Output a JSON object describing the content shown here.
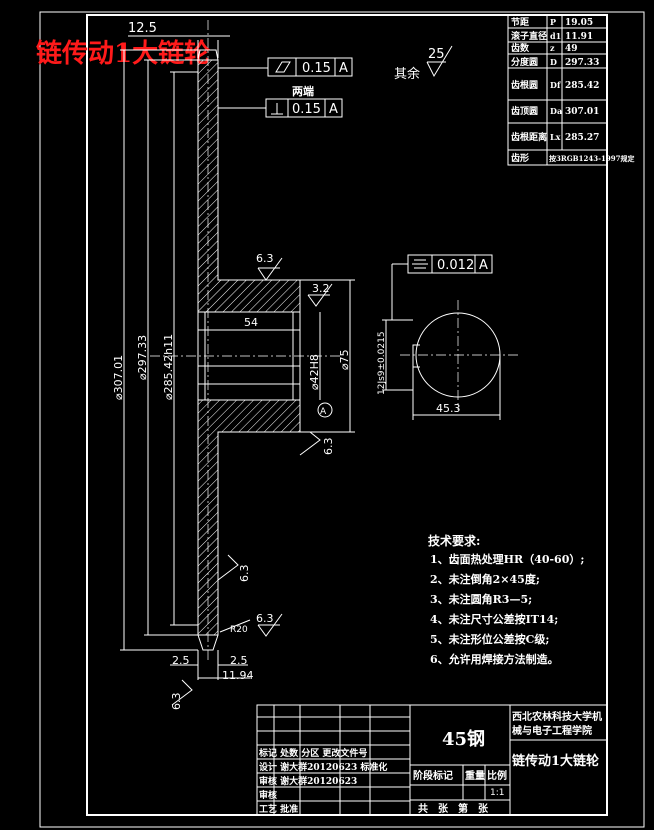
{
  "overlay_title": "链传动1大链轮",
  "param_table": [
    {
      "name": "节距",
      "sym": "P",
      "val": "19.05"
    },
    {
      "name": "滚子直径",
      "sym": "d1",
      "val": "11.91"
    },
    {
      "name": "齿数",
      "sym": "z",
      "val": "49"
    },
    {
      "name": "分度圆",
      "sym": "D",
      "val": "297.33"
    },
    {
      "name": "齿根圆",
      "sym": "Df",
      "val": "285.42"
    },
    {
      "name": "齿顶圆",
      "sym": "Da",
      "val": "307.01"
    },
    {
      "name": "齿根距离",
      "sym": "Lx",
      "val": "285.27"
    },
    {
      "name": "齿形",
      "sym": "",
      "val": "按3RGB1243-1997规定"
    }
  ],
  "tolerance": {
    "runout_value": "0.15",
    "runout_datum": "A",
    "perp_note": "两端",
    "perp_value": "0.15",
    "perp_datum": "A",
    "sym_value": "0.012",
    "sym_datum": "A"
  },
  "roughness": {
    "rest_label": "其余",
    "rest_value": "25",
    "r1": "6.3",
    "r2": "3.2",
    "r3": "6.3",
    "r4": "6.3",
    "r5": "6.3",
    "r6": "6.3"
  },
  "dims": {
    "top": "12.5",
    "da": "⌀307.01",
    "d": "⌀297.33",
    "df": "⌀285.42h11",
    "bore": "⌀42H8",
    "hub": "⌀75",
    "len": "54",
    "left": "2.5",
    "right": "2.5",
    "width": "11.94",
    "r": "R20",
    "key_w": "12Js9±0.0215",
    "key_d": "45.3",
    "datum": "A"
  },
  "notes": {
    "heading": "技术要求:",
    "items": [
      "1、齿面热处理HR（40-60）;",
      "2、未注倒角2×45度;",
      "3、未注圆角R3—5;",
      "4、未注尺寸公差按IT14;",
      "5、未注形位公差按C级;",
      "6、允许用焊接方法制造。"
    ]
  },
  "title_block": {
    "material": "45钢",
    "school_1": "西北农林科技大学机",
    "school_2": "械与电子工程学院",
    "part_name": "链传动1大链轮",
    "stage_label": "阶段标记",
    "weight_label": "重量",
    "scale_label": "比例",
    "scale_value": "1:1",
    "sheet_label": "共　张　第　张",
    "rows": [
      "标记 处数 分区 更改文件号",
      "设计 谢大群20120623 标准化",
      "审核 谢大群20120623",
      "审核",
      "工艺 批准"
    ]
  }
}
